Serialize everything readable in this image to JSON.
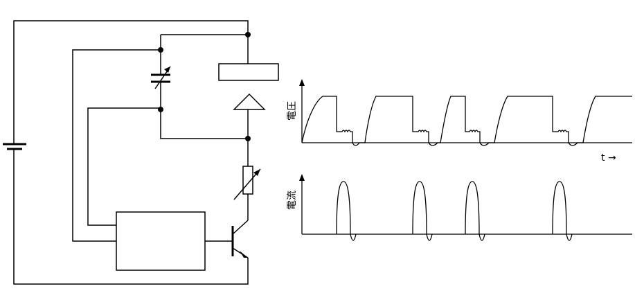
{
  "chart_data": [
    {
      "type": "line",
      "ylabel": "電圧",
      "xlabel": "t →",
      "x_axis_label": "t",
      "x_axis_arrow": "→",
      "description_of_waveform": "",
      "pulse_count": 5
    },
    {
      "type": "line",
      "ylabel": "電流",
      "pulse_count": 4
    }
  ],
  "colors": {
    "line": "#000000",
    "background": "#ffffff"
  }
}
